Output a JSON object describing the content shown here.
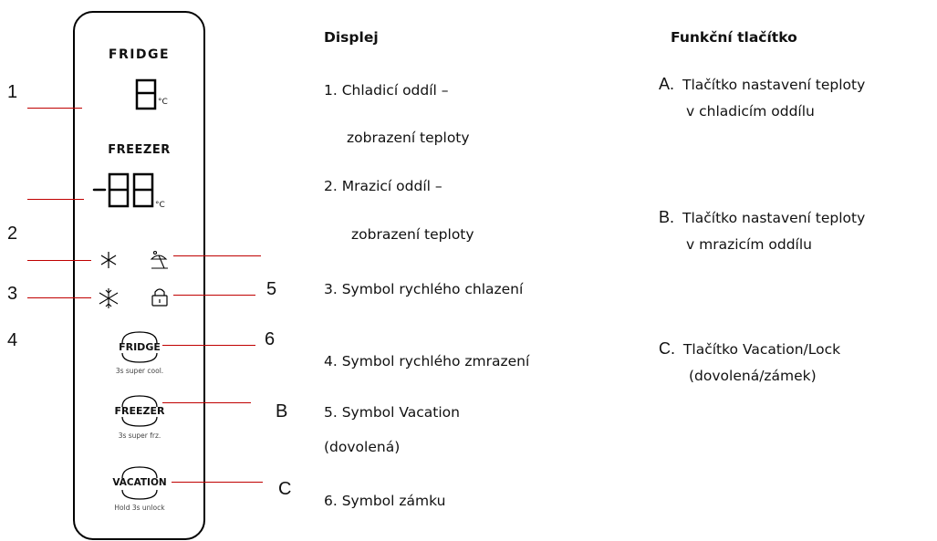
{
  "panel": {
    "fridge_label": "FRIDGE",
    "fridge_digits": "8",
    "fridge_unit": "°C",
    "freezer_label": "FREEZER",
    "freezer_digits": "-88",
    "freezer_unit": "°C",
    "icons": [
      "snowflake-icon",
      "vacation-icon",
      "super-freeze-icon",
      "lock-icon"
    ],
    "buttons": [
      {
        "label": "FRIDGE",
        "sub": "3s super cool."
      },
      {
        "label": "FREEZER",
        "sub": "3s super frz."
      },
      {
        "label": "VACATION",
        "sub": "Hold 3s unlock"
      }
    ]
  },
  "callouts": {
    "left": [
      "1",
      "2",
      "3",
      "4"
    ],
    "right": [
      "5",
      "6",
      "B",
      "C"
    ]
  },
  "display": {
    "heading": "Displej",
    "items": [
      "1. Chladicí oddíl –",
      "zobrazení teploty",
      "2. Mrazicí oddíl –",
      "zobrazení teploty",
      "3. Symbol rychlého chlazení",
      "4. Symbol rychlého zmrazení",
      "5. Symbol Vacation",
      "(dovolená)",
      "6. Symbol zámku"
    ]
  },
  "functions": {
    "heading": "Funkční tlačítko",
    "items": [
      {
        "letter": "A.",
        "line1": "Tlačítko nastavení teploty",
        "line2": "v chladicím oddílu"
      },
      {
        "letter": "B.",
        "line1": "Tlačítko nastavení teploty",
        "line2": "v mrazicím oddílu"
      },
      {
        "letter": "C.",
        "line1": " Tlačítko Vacation/Lock",
        "line2": "(dovolená/zámek)"
      }
    ]
  },
  "colors": {
    "leader_line": "#c00000",
    "outline": "#000000"
  }
}
